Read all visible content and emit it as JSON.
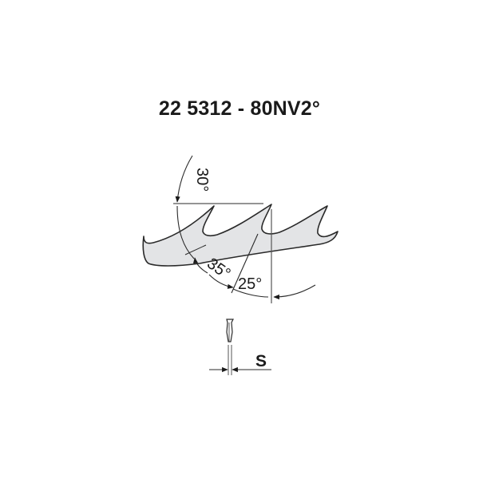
{
  "title": "22 5312 - 80NV2°",
  "diagram": {
    "subject": "saw blade tooth geometry",
    "angles": [
      {
        "label": "30°",
        "meaning": "hook angle"
      },
      {
        "label": "35°",
        "meaning": "tooth angle"
      },
      {
        "label": "25°",
        "meaning": "clearance angle"
      }
    ],
    "thickness_label": "S",
    "colors": {
      "blade_fill": "#e3e4e6",
      "line": "#2a2a2a",
      "ref_line": "#555555",
      "text": "#1a1a1a"
    }
  }
}
